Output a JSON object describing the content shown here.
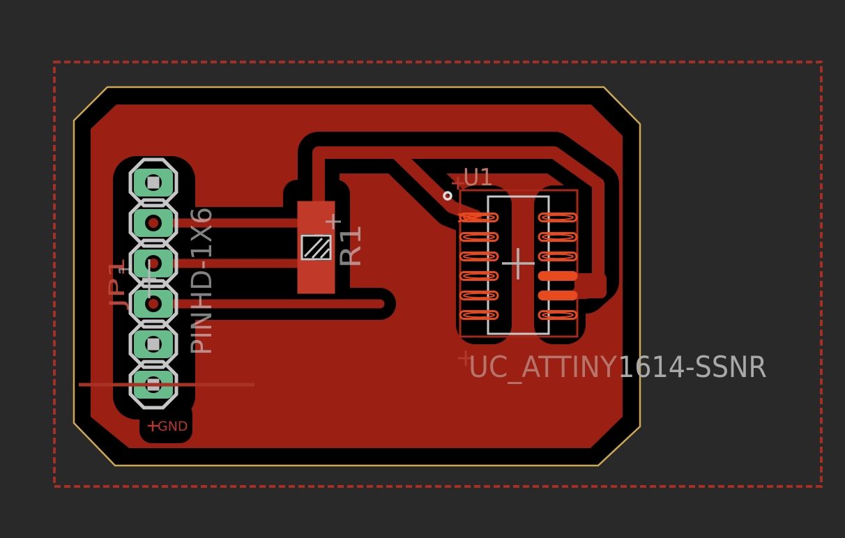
{
  "view": {
    "type": "pcb-layout-editor-canvas",
    "layers_visible": [
      "top-copper",
      "pads",
      "silkscreen",
      "names",
      "values",
      "dimension",
      "board-outline"
    ]
  },
  "board": {
    "shape": "rectangle-with-chamfered-corners",
    "dimension_box": "dashed red rectangle",
    "copper_pour": "top layer ground/signal pour, dark red"
  },
  "components": {
    "jp1": {
      "designator": "JP1",
      "value": "PINHD-1X6",
      "pin1_label": "1",
      "pad_count": 6,
      "pad_type": "through-hole, green with silkscreen octagons"
    },
    "r1": {
      "designator": "R1",
      "pad_count": 2,
      "pad_type": "smd, bright red, hatched body"
    },
    "u1": {
      "designator": "U1",
      "value_full": "UC_ATTINY1614-SSNR",
      "value_left": "UC_ATTINY",
      "value_right": "1614-SSNR",
      "pad_count": 12,
      "pad_type": "smd, orange oblong, two columns"
    },
    "gnd": {
      "label": "GND"
    }
  },
  "colors": {
    "background": "#292929",
    "board_substrate": "#000000",
    "copper_pour": "#9c1f13",
    "board_outline_yellow": "#cfa851",
    "dimension_dashed_red": "#a52f24",
    "smd_bright_red": "#c13a29",
    "smd_pad_orange": "#e8491d",
    "tht_pad_green": "#68bc8c",
    "silkscreen_gray": "#c6c6c6",
    "name_text_red": "#b8463b",
    "value_text_gray": "#a9a9a9"
  }
}
